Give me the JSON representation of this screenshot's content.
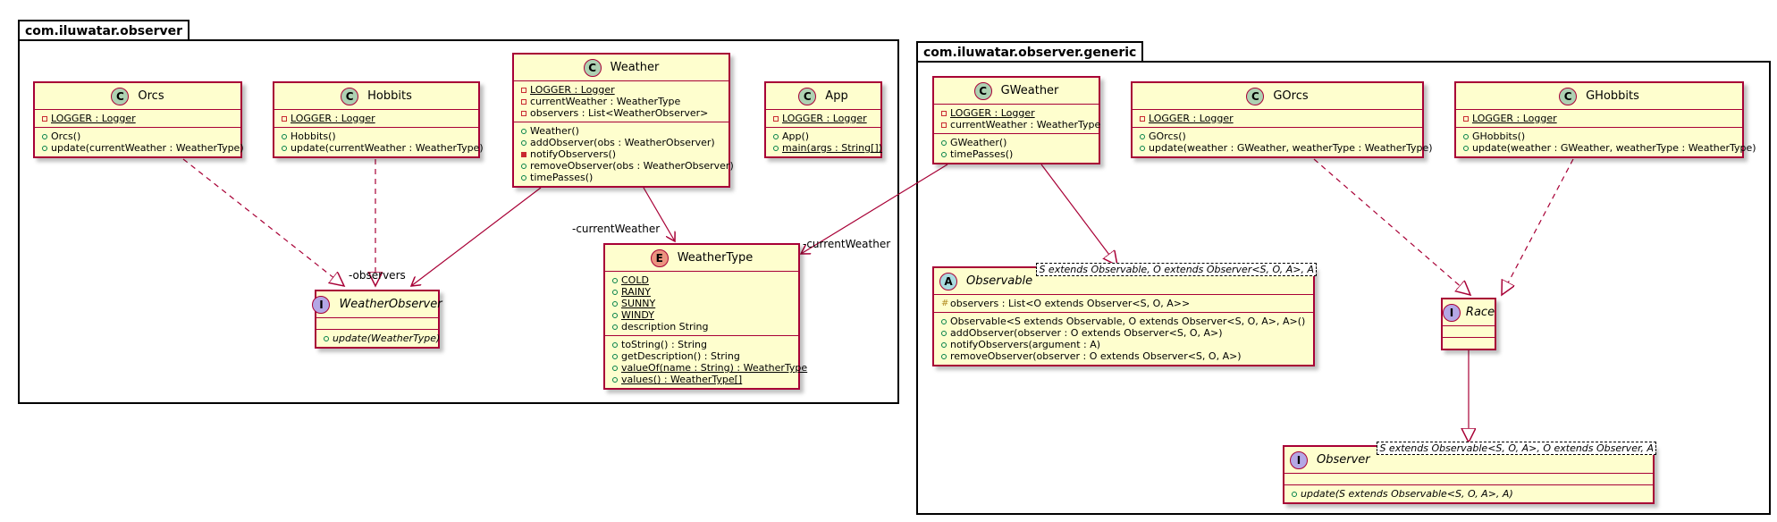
{
  "packages": {
    "observer": {
      "title": "com.iluwatar.observer"
    },
    "generic": {
      "title": "com.iluwatar.observer.generic"
    }
  },
  "classes": {
    "orcs": {
      "stereo": "C",
      "name": "Orcs",
      "fields": [
        "LOGGER : Logger"
      ],
      "methods": [
        "Orcs()",
        "update(currentWeather : WeatherType)"
      ]
    },
    "hobbits": {
      "stereo": "C",
      "name": "Hobbits",
      "fields": [
        "LOGGER : Logger"
      ],
      "methods": [
        "Hobbits()",
        "update(currentWeather : WeatherType)"
      ]
    },
    "weather": {
      "stereo": "C",
      "name": "Weather",
      "fields": [
        "LOGGER : Logger",
        "currentWeather : WeatherType",
        "observers : List<WeatherObserver>"
      ],
      "methods": [
        "Weather()",
        "addObserver(obs : WeatherObserver)",
        "notifyObservers()",
        "removeObserver(obs : WeatherObserver)",
        "timePasses()"
      ]
    },
    "app": {
      "stereo": "C",
      "name": "App",
      "fields": [
        "LOGGER : Logger"
      ],
      "methods": [
        "App()",
        "main(args : String[])"
      ]
    },
    "weather_observer": {
      "stereo": "I",
      "name": "WeatherObserver",
      "methods": [
        "update(WeatherType)"
      ]
    },
    "weather_type": {
      "stereo": "E",
      "name": "WeatherType",
      "fields": [
        "COLD",
        "RAINY",
        "SUNNY",
        "WINDY",
        "description String"
      ],
      "methods": [
        "toString() : String",
        "getDescription() : String",
        "valueOf(name : String) : WeatherType",
        "values() : WeatherType[]"
      ]
    },
    "gweather": {
      "stereo": "C",
      "name": "GWeather",
      "fields": [
        "LOGGER : Logger",
        "currentWeather : WeatherType"
      ],
      "methods": [
        "GWeather()",
        "timePasses()"
      ]
    },
    "gorcs": {
      "stereo": "C",
      "name": "GOrcs",
      "fields": [
        "LOGGER : Logger"
      ],
      "methods": [
        "GOrcs()",
        "update(weather : GWeather, weatherType : WeatherType)"
      ]
    },
    "ghobbits": {
      "stereo": "C",
      "name": "GHobbits",
      "fields": [
        "LOGGER : Logger"
      ],
      "methods": [
        "GHobbits()",
        "update(weather : GWeather, weatherType : WeatherType)"
      ]
    },
    "observable": {
      "stereo": "A",
      "name": "Observable",
      "type_params": "S extends Observable, O extends Observer<S, O, A>, A",
      "fields": [
        "observers : List<O extends Observer<S, O, A>>"
      ],
      "methods": [
        "Observable<S extends Observable, O extends Observer<S, O, A>, A>()",
        "addObserver(observer : O extends Observer<S, O, A>)",
        "notifyObservers(argument : A)",
        "removeObserver(observer : O extends Observer<S, O, A>)"
      ]
    },
    "race": {
      "stereo": "I",
      "name": "Race"
    },
    "observer_iface": {
      "stereo": "I",
      "name": "Observer",
      "type_params": "S extends Observable<S, O, A>, O extends Observer, A",
      "methods": [
        "update(S extends Observable<S, O, A>, A)"
      ]
    }
  },
  "relations": {
    "observers_label": "-observers",
    "current_weather_label": "-currentWeather",
    "gcurrent_weather_label": "-currentWeather"
  },
  "colors": {
    "class_fill": "#FEFECE",
    "class_border": "#A80036",
    "class_stereo": "#ADD1B2",
    "enum_stereo": "#EB937F",
    "interface_stereo": "#B4A7E5",
    "abstract_stereo": "#A9DCDF"
  }
}
